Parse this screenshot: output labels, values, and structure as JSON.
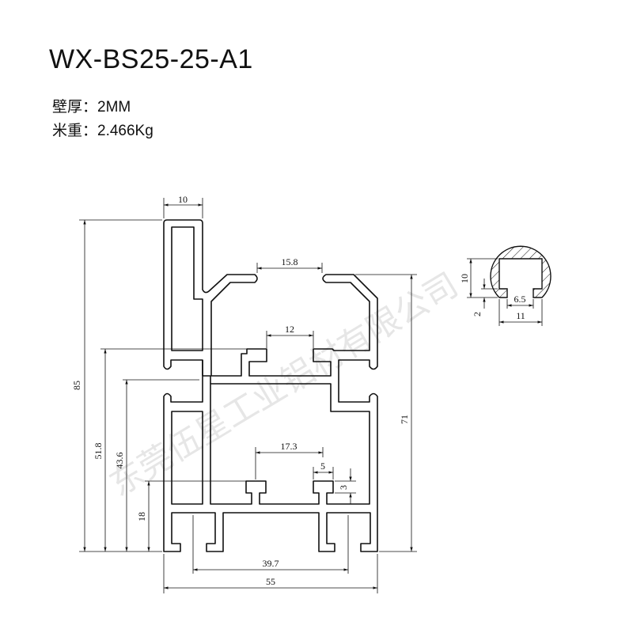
{
  "title": "WX-BS25-25-A1",
  "specs": [
    {
      "label": "壁厚：",
      "value": "2MM"
    },
    {
      "label": "米重：",
      "value": "2.466Kg"
    }
  ],
  "watermark": "东莞伍星工业铝材有限公司",
  "main_profile_dims": {
    "top_width": "10",
    "top_opening": "15.8",
    "slot_width": "12",
    "t_slot_spacing": "17.3",
    "t_slot_width": "5",
    "t_slot_height": "3",
    "foot_spacing": "39.7",
    "total_width": "55",
    "total_height": "85",
    "height_51": "51.8",
    "height_43": "43.6",
    "height_18": "18",
    "right_height": "71"
  },
  "strip_profile_dims": {
    "height": "10",
    "lip": "2",
    "opening": "6.5",
    "width": "11"
  }
}
